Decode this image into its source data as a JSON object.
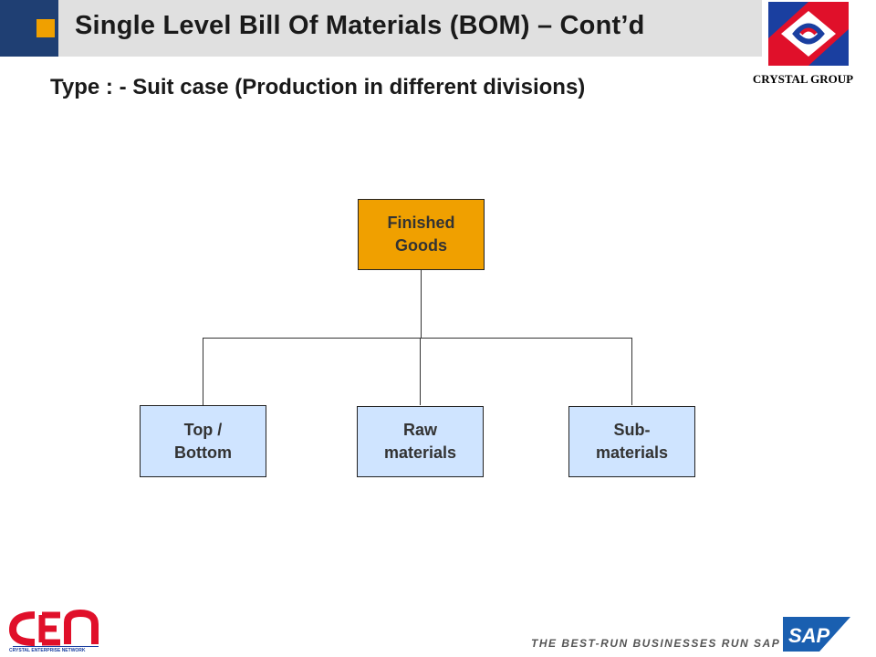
{
  "header": {
    "title": "Single Level Bill Of Materials (BOM) – Cont’d",
    "company": "CRYSTAL GROUP"
  },
  "subtitle": "Type : - Suit case (Production in different divisions)",
  "diagram": {
    "root": {
      "label": "Finished\nGoods"
    },
    "children": [
      {
        "label": "Top /\nBottom"
      },
      {
        "label": "Raw\nmaterials"
      },
      {
        "label": "Sub-\nmaterials"
      }
    ]
  },
  "footer": {
    "cen_logo_text": "CEN",
    "cen_logo_subtext": "CRYSTAL ENTERPRISE NETWORK",
    "tagline": "THE BEST-RUN BUSINESSES RUN SAP",
    "sap_logo_text": "SAP"
  },
  "colors": {
    "header_band": "#e0e0e0",
    "header_accent": "#1f3f73",
    "accent_orange": "#f0a000",
    "child_box": "#cfe4ff",
    "logo_red": "#e0102a",
    "logo_blue": "#1a3fa0"
  }
}
